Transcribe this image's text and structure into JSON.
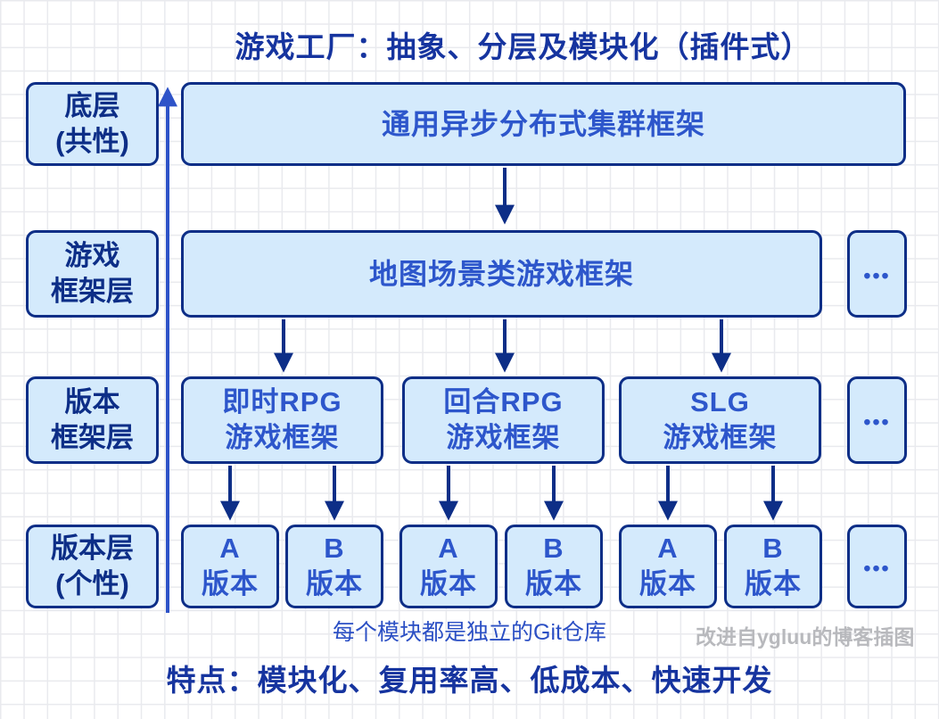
{
  "diagram": {
    "title": "游戏工厂：抽象、分层及模块化（插件式）",
    "layers": [
      {
        "label": "底层\n(共性)"
      },
      {
        "label": "游戏\n框架层"
      },
      {
        "label": "版本\n框架层"
      },
      {
        "label": "版本层\n(个性)"
      }
    ],
    "nodes": {
      "base_framework": "通用异步分布式集群框架",
      "game_framework": "地图场景类游戏框架",
      "version_frameworks": [
        "即时RPG\n游戏框架",
        "回合RPG\n游戏框架",
        "SLG\n游戏框架"
      ],
      "versions": [
        "A\n版本",
        "B\n版本",
        "A\n版本",
        "B\n版本",
        "A\n版本",
        "B\n版本"
      ],
      "ellipsis": "•••"
    },
    "caption": "每个模块都是独立的Git仓库",
    "watermark": "改进自ygluu的博客插图",
    "footer": "特点：模块化、复用率高、低成本、快速开发",
    "colors": {
      "navy": "#0d2e87",
      "royal": "#2d56cb",
      "title_navy": "#16349f",
      "box_fill": "#d4eafc",
      "caption_blue": "#2b4fc4",
      "watermark_gray": "#b8b9bd",
      "grid_line": "#e9eaee",
      "up_arrow": "#2e53c8",
      "background": "#ffffff"
    }
  }
}
